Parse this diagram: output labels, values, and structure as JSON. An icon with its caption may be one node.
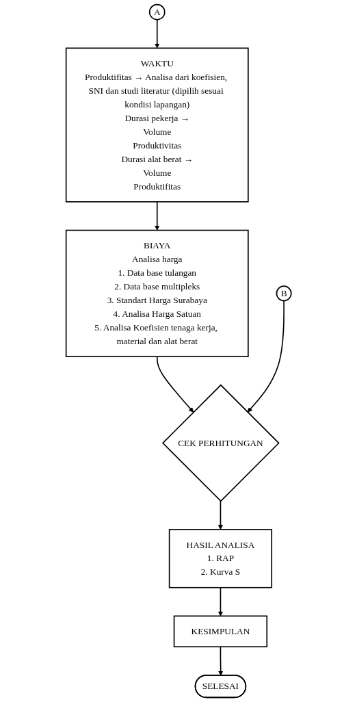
{
  "diagram": {
    "nodes": [
      {
        "text": [
          "A"
        ]
      },
      {
        "text": [
          "B"
        ]
      },
      {
        "text": [
          "WAKTU",
          "Produktifitas → Analisa dari koefisien, SNI dan studi literatur (dipilih sesuai kondisi lapangan)",
          "Durasi pekerja →",
          "Volume",
          "Produktivitas",
          "Durasi alat berat →",
          "Volume",
          "Produktifitas"
        ]
      },
      {
        "text": [
          "BIAYA",
          "Analisa harga",
          "1. Data base tulangan",
          "2. Data base multipleks",
          "3. Standart Harga Surabaya",
          "4. Analisa Harga Satuan",
          "5. Analisa Koefisien tenaga kerja, material dan alat berat"
        ]
      },
      {
        "text": [
          "CEK PERHITUNGAN"
        ]
      },
      {
        "text": [
          "HASIL ANALISA",
          "1. RAP",
          "2. Kurva S"
        ]
      },
      {
        "text": [
          "KESIMPULAN"
        ]
      },
      {
        "text": [
          "SELESAI"
        ]
      }
    ],
    "edges": [
      {
        "from": 0,
        "to": 2,
        "arrow": "to"
      },
      {
        "from": 2,
        "to": 3,
        "arrow": "to"
      },
      {
        "from": 3,
        "to": 4,
        "arrow": "to"
      },
      {
        "from": 1,
        "to": 4,
        "arrow": "to"
      },
      {
        "from": 4,
        "to": 5,
        "arrow": "to"
      },
      {
        "from": 5,
        "to": 6,
        "arrow": "to"
      },
      {
        "from": 6,
        "to": 7,
        "arrow": "to"
      }
    ]
  }
}
